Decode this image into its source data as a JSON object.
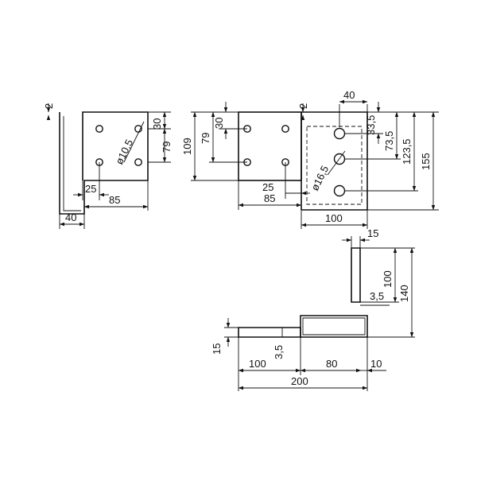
{
  "drawing": {
    "view_left": {
      "thickness": "2",
      "tab_height_1": "30",
      "diameter": "ø10,5",
      "hole_depth": "79",
      "plate_offset": "25",
      "plate_width": "85",
      "depth": "40"
    },
    "view_middle": {
      "dim_30": "30",
      "dim_79": "79",
      "dim_109": "109",
      "thickness": "2",
      "offset_25": "25",
      "width_85": "85",
      "diameter": "ø16,5",
      "dim_40": "40",
      "dim_33_5": "33,5",
      "dim_73_5": "73,5",
      "dim_123_5": "123,5",
      "dim_155": "155",
      "dim_100": "100"
    },
    "view_bottom": {
      "top_width": "15",
      "dim_100_v": "100",
      "dim_140": "140",
      "dim_3_5_a": "3,5",
      "dim_15_h": "15",
      "dim_3_5_b": "3,5",
      "dim_100_h": "100",
      "dim_80": "80",
      "dim_10": "10",
      "dim_200": "200"
    }
  }
}
